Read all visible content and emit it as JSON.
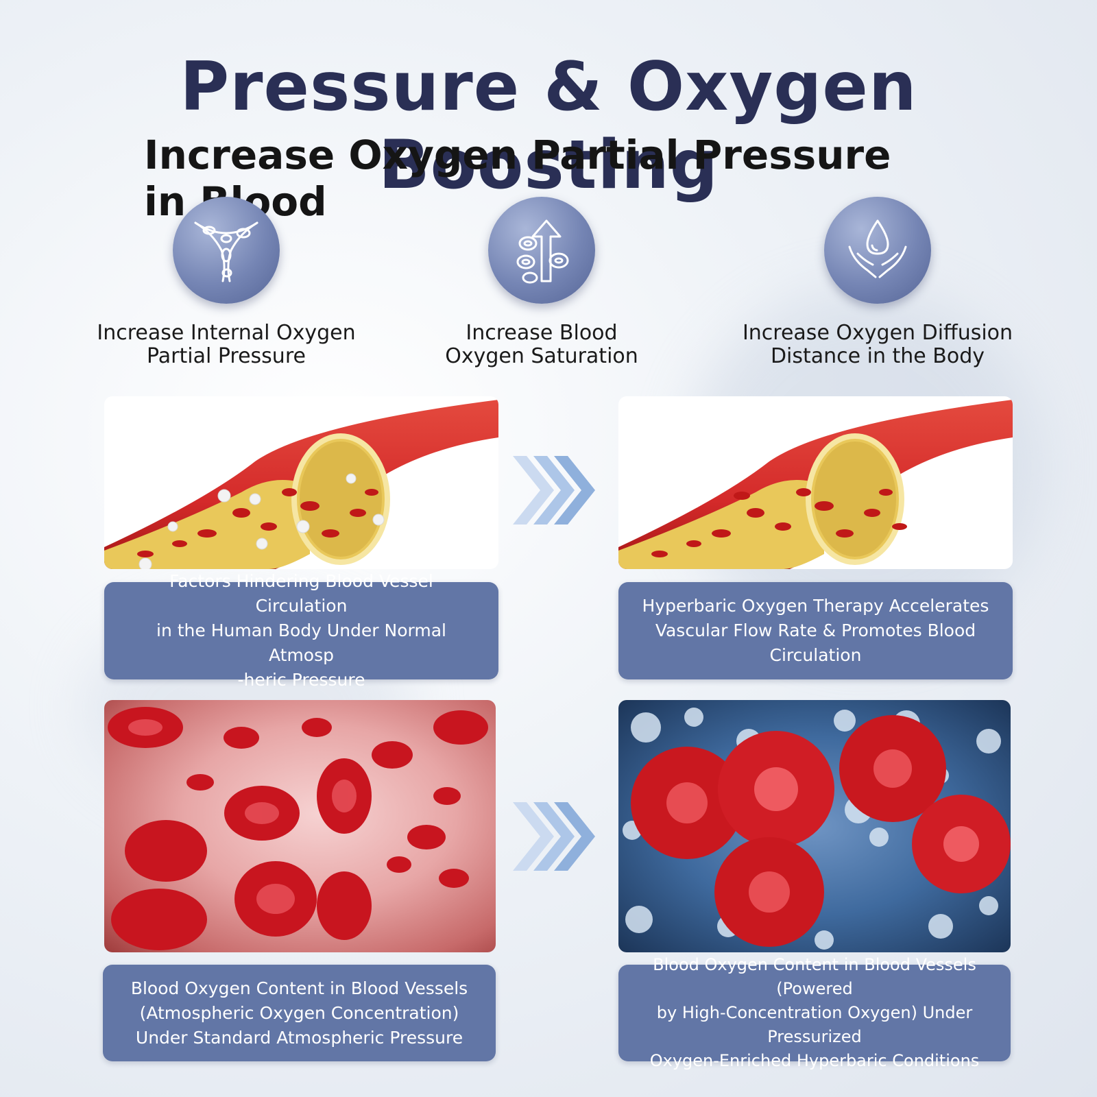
{
  "header": {
    "title": "Pressure & Oxygen Boosting",
    "subtitle": "Increase Oxygen Partial Pressure in Blood"
  },
  "features": [
    {
      "icon": "blood-vessel-cells-icon",
      "label_line1": "Increase Internal Oxygen",
      "label_line2": "Partial Pressure"
    },
    {
      "icon": "rising-blood-cells-icon",
      "label_line1": "Increase Blood",
      "label_line2": "Oxygen Saturation"
    },
    {
      "icon": "water-drop-hands-icon",
      "label_line1": "Increase Oxygen Diffusion",
      "label_line2": "Distance in the Body"
    }
  ],
  "comparisons": [
    {
      "before_caption_lines": [
        "Factors Hindering Blood Vessel Circulation",
        "in the Human Body Under Normal Atmosp",
        "-heric Pressure"
      ],
      "after_caption_lines": [
        "Hyperbaric Oxygen Therapy Accelerates",
        "Vascular Flow Rate & Promotes Blood",
        "Circulation"
      ]
    },
    {
      "before_caption_lines": [
        "Blood Oxygen Content in Blood Vessels",
        "(Atmospheric Oxygen Concentration)",
        "Under Standard Atmospheric Pressure"
      ],
      "after_caption_lines": [
        "Blood Oxygen Content in Blood Vessels (Powered",
        "by High-Concentration Oxygen) Under Pressurized",
        "Oxygen-Enriched Hyperbaric Conditions"
      ]
    }
  ],
  "colors": {
    "title": "#2a2f55",
    "icon_circle": "#6f80b0",
    "caption_bg": "#6276a6",
    "vessel_red": "#d42a2a",
    "plaque_yellow": "#e9c85a",
    "arrow_blue": "#8fb0dc"
  }
}
